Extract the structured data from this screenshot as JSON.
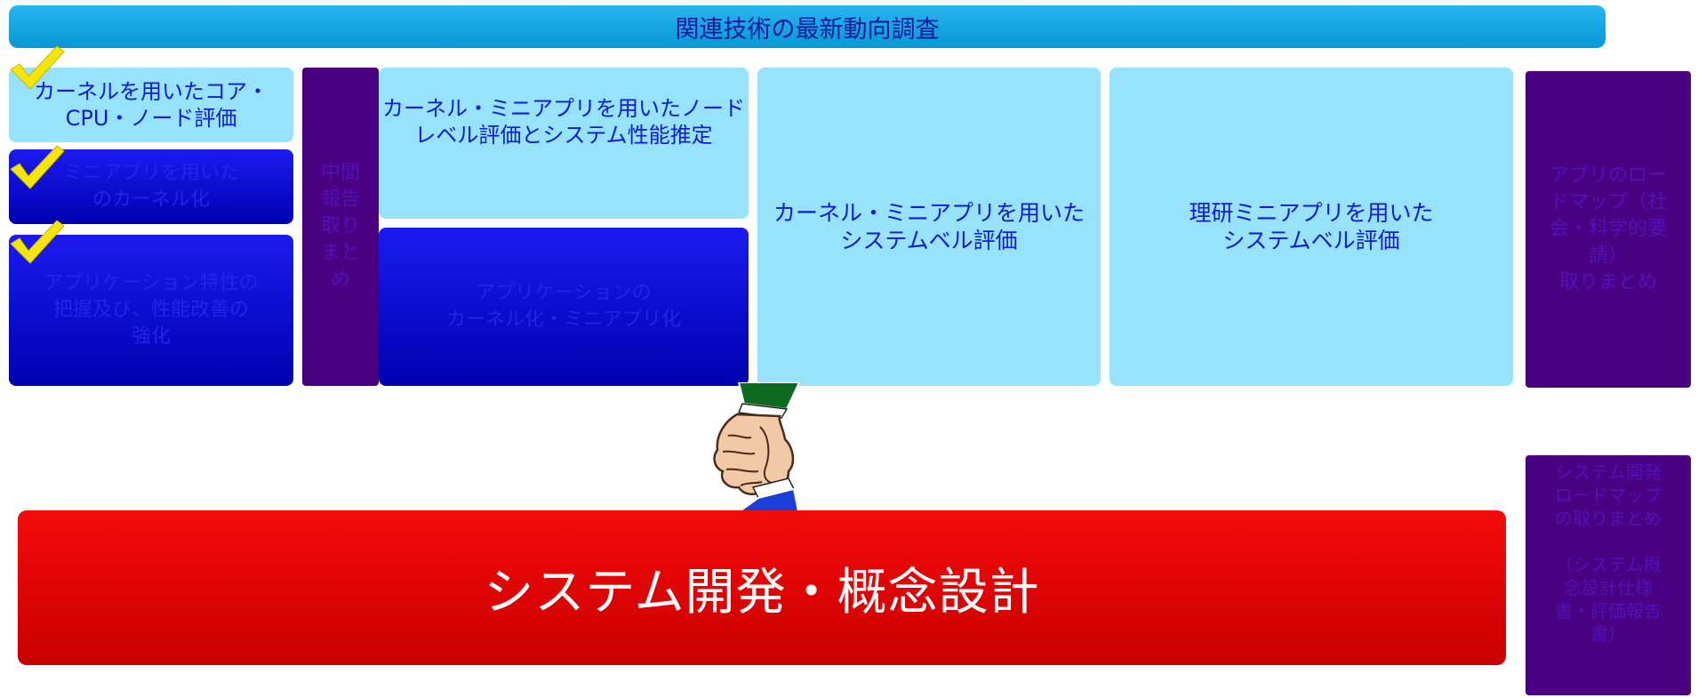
{
  "banner": {
    "title": "関連技術の最新動向調査"
  },
  "left_column": {
    "kernel_eval": "カーネルを用いたコア・\nCPU・ノード評価",
    "block2": "ミニアプリを用いた\nのカーネル化",
    "block3": "アプリケーション特性の\n把握及び、性能改善の\n強化"
  },
  "interim_report": "中間\n報告\n取り\nまと\nめ",
  "node_eval": "カーネル・ミニアプリを用いたノード\nレベル評価とシステム性能推定",
  "kernel_miniapp": "アプリケーションの\nカーネル化・ミニアプリ化",
  "system_eval_kernel": "カーネル・ミニアプリを用いた\nシステムベル評価",
  "system_eval_riken": "理研ミニアプリを用いた\nシステムベル評価",
  "roadmap_apps": "アプリのロー\nドマップ（社\n会・科学的要\n請）\n取りまとめ",
  "roadmap_system": "システム開発\nロードマップ\nの取りまとめ\n\n（システム概\n念設計仕様\n書・評価報告\n書）",
  "design_bar": {
    "title": "システム開発・概念設計"
  },
  "icons": [
    "checkmark-icon",
    "checkmark-icon",
    "checkmark-icon",
    "handshake-icon"
  ],
  "colors": {
    "light_blue": "#97e2fc",
    "dark_blue": "#1010d8",
    "purple": "#490081",
    "red": "#e80000",
    "banner": "#1aa8e6",
    "check": "#f4e600"
  }
}
